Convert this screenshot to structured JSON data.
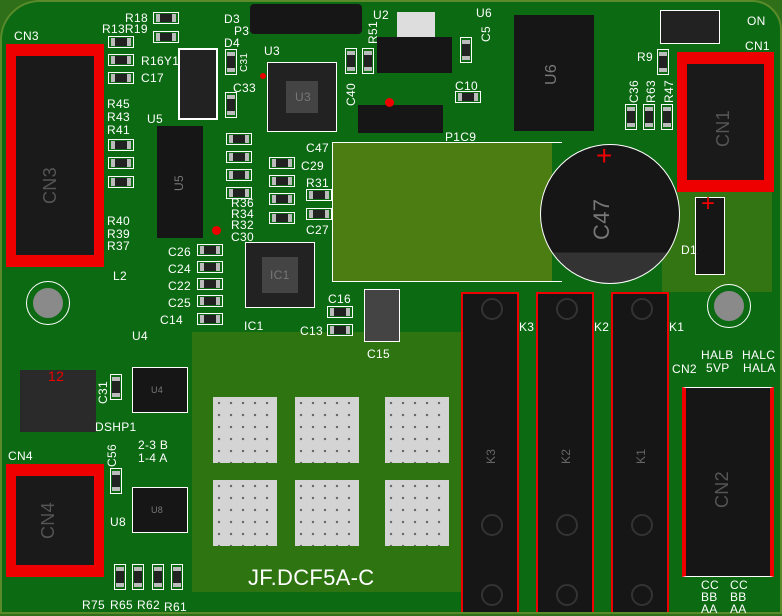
{
  "board": {
    "title": "JF.DCF5A-C"
  },
  "labels": {
    "CN3": "CN3",
    "R18": "R18",
    "R13R19": "R13R19",
    "D3": "D3",
    "P3": "P3",
    "D4": "D4",
    "U2": "U2",
    "U3": "U3",
    "R51": "R51",
    "R16Y1": "R16Y1",
    "C17": "C17",
    "R45": "R45",
    "R43": "R43",
    "R41": "R41",
    "U5": "U5",
    "C33": "C33",
    "C31a": "C31",
    "C40": "C40",
    "C47": "C47",
    "C29": "C29",
    "R31": "R31",
    "R36": "R36",
    "R34": "R34",
    "R32": "R32",
    "C30": "C30",
    "C27": "C27",
    "R40": "R40",
    "R39": "R39",
    "R37": "R37",
    "C26": "C26",
    "C24": "C24",
    "C22": "C22",
    "C25": "C25",
    "C14": "C14",
    "IC1": "IC1",
    "C16": "C16",
    "C13": "C13",
    "C15": "C15",
    "L2": "L2",
    "U4": "U4",
    "C31": "C31",
    "DSHP1": "DSHP1",
    "J23B": "2-3  B",
    "J14A": "1-4  A",
    "C56": "C56",
    "CN4": "CN4",
    "U8": "U8",
    "R75": "R75",
    "R65": "R65",
    "R62": "R62",
    "R61": "R61",
    "U6": "U6",
    "C5": "C5",
    "C10": "C10",
    "P1C9": "P1C9",
    "ON": "ON",
    "CN1": "CN1",
    "R9": "R9",
    "C36": "C36",
    "R63": "R63",
    "R47": "R47",
    "D1": "D1",
    "K3": "K3",
    "K2": "K2",
    "K1": "K1",
    "HALB": "HALB",
    "HALC": "HALC",
    "VP5": "5VP",
    "HALA": "HALA",
    "CN2": "CN2",
    "CC1": "CC",
    "BB1": "BB",
    "AA1": "AA",
    "CC2": "CC",
    "BB2": "BB",
    "AA2": "AA"
  },
  "components": {
    "U6": "U6",
    "U3": "U3",
    "IC1": "IC1",
    "U5": "U5",
    "U4": "U4",
    "U8": "U8",
    "CN3": "CN3",
    "CN1": "CN1",
    "CN4": "CN4",
    "CN2": "CN2",
    "C47": "C47",
    "K1": "K1",
    "K2": "K2",
    "K3": "K3",
    "DSHP1": "12"
  },
  "colors": {
    "board": "#0b6a12",
    "copper_pour": "#4c7d12",
    "keepout": "#ee0000",
    "silkscreen": "#ffffff"
  }
}
